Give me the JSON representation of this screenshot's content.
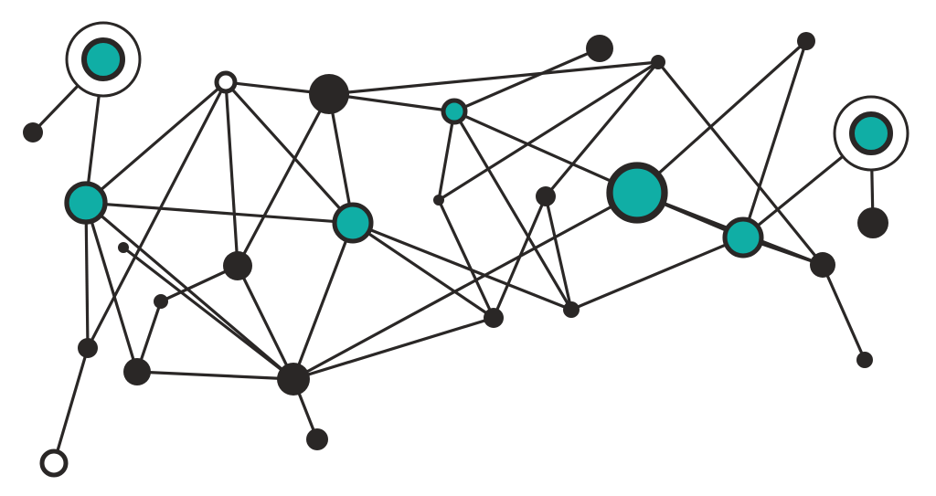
{
  "diagram": {
    "type": "network-graph",
    "colors": {
      "dark": "#2a2726",
      "accent": "#10aea5",
      "background": "#ffffff"
    },
    "nodes": [
      {
        "id": "n1",
        "kind": "accent-ringed"
      },
      {
        "id": "n2",
        "kind": "dark"
      },
      {
        "id": "n3",
        "kind": "accent"
      },
      {
        "id": "n4",
        "kind": "hollow"
      },
      {
        "id": "n5",
        "kind": "dark"
      },
      {
        "id": "n6",
        "kind": "accent"
      },
      {
        "id": "n7",
        "kind": "dark"
      },
      {
        "id": "n8",
        "kind": "dark"
      },
      {
        "id": "n9",
        "kind": "dark"
      },
      {
        "id": "n10",
        "kind": "accent-ringed"
      },
      {
        "id": "n11",
        "kind": "dark"
      },
      {
        "id": "n12",
        "kind": "accent"
      },
      {
        "id": "n13",
        "kind": "dark"
      },
      {
        "id": "n14",
        "kind": "dark"
      },
      {
        "id": "n15",
        "kind": "accent"
      },
      {
        "id": "n16",
        "kind": "accent"
      },
      {
        "id": "n17",
        "kind": "dark"
      },
      {
        "id": "n18",
        "kind": "dark"
      },
      {
        "id": "n19",
        "kind": "dark"
      },
      {
        "id": "n20",
        "kind": "dark"
      },
      {
        "id": "n21",
        "kind": "dark"
      },
      {
        "id": "n22",
        "kind": "dark"
      },
      {
        "id": "n23",
        "kind": "dark"
      },
      {
        "id": "n24",
        "kind": "dark"
      },
      {
        "id": "n25",
        "kind": "dark"
      },
      {
        "id": "n26",
        "kind": "hollow"
      },
      {
        "id": "n27",
        "kind": "dark"
      },
      {
        "id": "n28",
        "kind": "dark"
      }
    ],
    "edges": [
      [
        "n1",
        "n2"
      ],
      [
        "n1",
        "n3"
      ],
      [
        "n3",
        "n4"
      ],
      [
        "n4",
        "n5"
      ],
      [
        "n5",
        "n6"
      ],
      [
        "n5",
        "n8"
      ],
      [
        "n6",
        "n7"
      ],
      [
        "n8",
        "n13"
      ],
      [
        "n8",
        "n14"
      ],
      [
        "n8",
        "n17"
      ],
      [
        "n9",
        "n15"
      ],
      [
        "n9",
        "n16"
      ],
      [
        "n10",
        "n16"
      ],
      [
        "n10",
        "n11"
      ],
      [
        "n6",
        "n15"
      ],
      [
        "n15",
        "n16"
      ],
      [
        "n16",
        "n28"
      ],
      [
        "n17",
        "n18"
      ],
      [
        "n6",
        "n13"
      ],
      [
        "n6",
        "n28"
      ],
      [
        "n13",
        "n27"
      ],
      [
        "n14",
        "n28"
      ],
      [
        "n14",
        "n27"
      ],
      [
        "n4",
        "n20"
      ],
      [
        "n4",
        "n22"
      ],
      [
        "n4",
        "n12"
      ],
      [
        "n5",
        "n12"
      ],
      [
        "n5",
        "n20"
      ],
      [
        "n3",
        "n12"
      ],
      [
        "n3",
        "n24"
      ],
      [
        "n3",
        "n23"
      ],
      [
        "n3",
        "n22"
      ],
      [
        "n19",
        "n24"
      ],
      [
        "n20",
        "n21"
      ],
      [
        "n20",
        "n24"
      ],
      [
        "n21",
        "n23"
      ],
      [
        "n23",
        "n24"
      ],
      [
        "n24",
        "n12"
      ],
      [
        "n24",
        "n15"
      ],
      [
        "n24",
        "n27"
      ],
      [
        "n24",
        "n25"
      ],
      [
        "n12",
        "n27"
      ],
      [
        "n12",
        "n28"
      ],
      [
        "n22",
        "n26"
      ],
      [
        "n16",
        "n17"
      ],
      [
        "n15",
        "n17"
      ]
    ]
  }
}
